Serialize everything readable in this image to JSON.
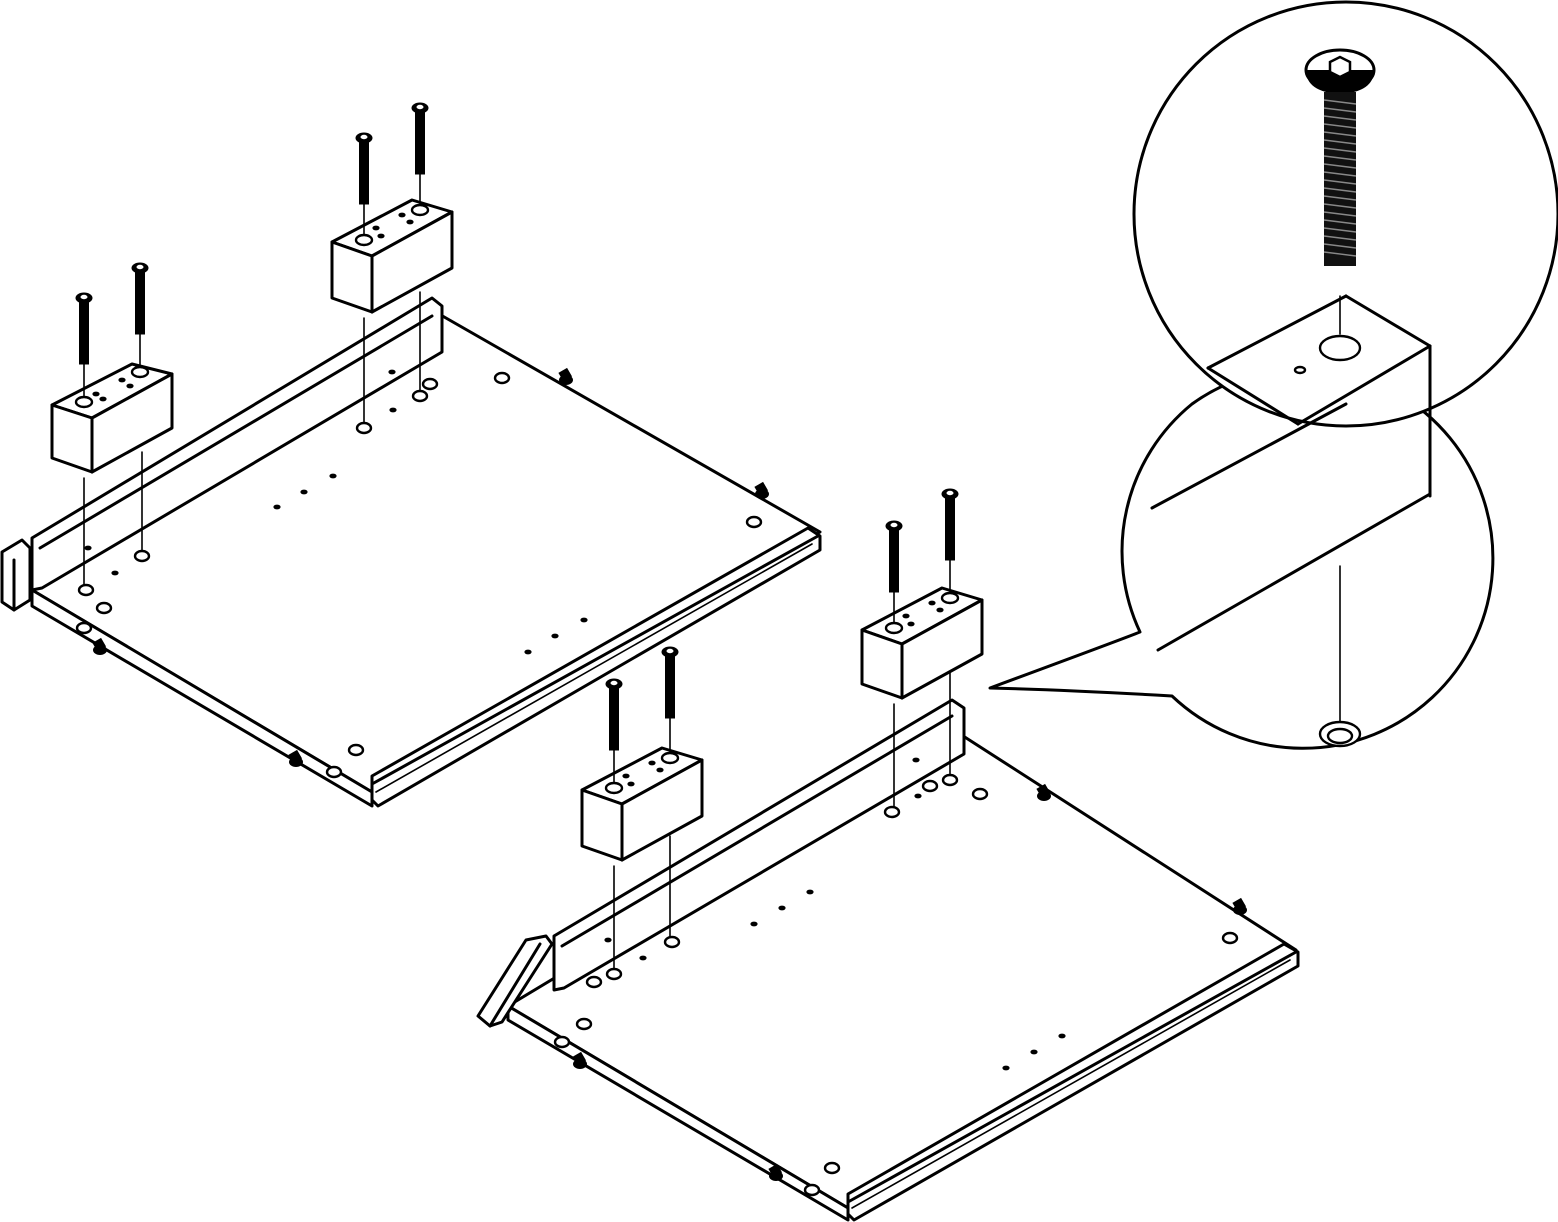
{
  "figure": {
    "kind": "assembly-instruction",
    "line_color": "#000000",
    "background_color": "#ffffff"
  },
  "assemblies": [
    {
      "name": "upper-left-shelf-assembly",
      "spacer_blocks": 2,
      "screws": 4
    },
    {
      "name": "lower-right-shelf-assembly",
      "spacer_blocks": 2,
      "screws": 4
    }
  ],
  "detail_callout": {
    "shape": "speech-bubble-magnifier",
    "shows": [
      "hex-socket-screw-icon",
      "spacer-block",
      "countersunk-hole"
    ]
  }
}
